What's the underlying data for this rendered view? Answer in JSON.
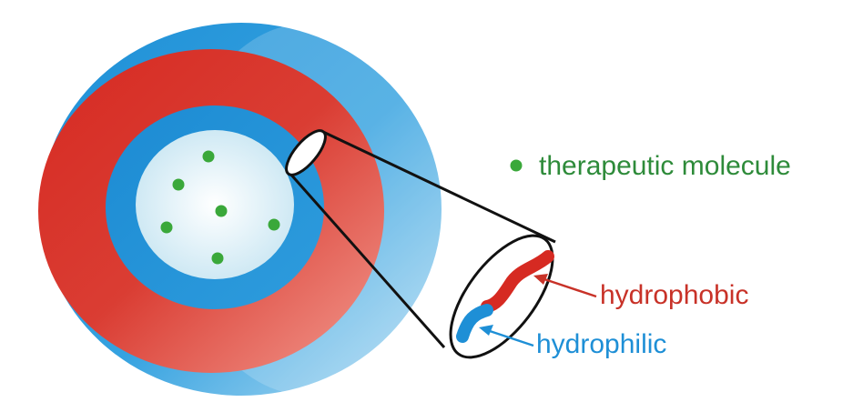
{
  "legend": {
    "text": "therapeutic molecule",
    "color": "#2e8b3a",
    "dot_color": "#3aa83a"
  },
  "labels": {
    "hydrophobic": "hydrophobic",
    "hydrophilic": "hydrophilic"
  },
  "colors": {
    "hydrophilic_blue": "#1e8fd6",
    "hydrophobic_red": "#d62a22",
    "hydrophobic_label": "#c83228",
    "hydrophilic_label": "#1e8fd6",
    "core_center": "#ffffff",
    "core_edge": "#cfe9f4",
    "outline": "#111111"
  },
  "diagram": {
    "core_molecule_count": 6,
    "icons": [
      "liposome-icon",
      "bilayer-segment-icon"
    ]
  }
}
